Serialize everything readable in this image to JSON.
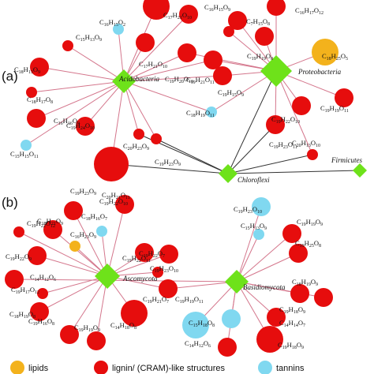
{
  "colors": {
    "lipids": "#f3b21c",
    "lignin": "#e60d0d",
    "tannins": "#80d8f0",
    "taxon": "#6ee21a",
    "edge_pink": "#d4768c",
    "edge_dark": "#333333"
  },
  "panels": [
    {
      "label": "(a)",
      "taxa": [
        {
          "id": "acido",
          "name": "Acidobacteria"
        },
        {
          "id": "proteo",
          "name": "Proteobacteria"
        },
        {
          "id": "chloro",
          "name": "Chloroflexi"
        },
        {
          "id": "firmi",
          "name": "Firmicutes"
        }
      ],
      "compounds": [
        {
          "formula": "C19H18O9",
          "class": "lignin",
          "size": "l",
          "links": [
            "acido"
          ]
        },
        {
          "formula": "C16H15O9",
          "class": "lignin",
          "size": "m",
          "links": [
            "acido"
          ]
        },
        {
          "formula": "C17H21O10",
          "class": "lignin",
          "size": "m",
          "links": [
            "proteo"
          ]
        },
        {
          "formula": "C16H17O12",
          "class": "lignin",
          "size": "m",
          "links": [
            "proteo"
          ]
        },
        {
          "formula": "C16H15O2",
          "class": "tannins",
          "size": "s",
          "links": [
            "acido"
          ]
        },
        {
          "formula": "C15H13O9",
          "class": "lignin",
          "size": "s",
          "links": [
            "acido"
          ]
        },
        {
          "formula": "C18H13O9",
          "class": "lignin",
          "size": "m",
          "links": [
            "acido"
          ]
        },
        {
          "formula": "C7H15O8",
          "class": "lignin",
          "size": "s",
          "links": [
            "proteo"
          ]
        },
        {
          "formula": "C19H19O8",
          "class": "lignin",
          "size": "m",
          "links": [
            "proteo"
          ]
        },
        {
          "formula": "C18H25O5",
          "class": "lipids",
          "size": "l",
          "links": [
            "proteo"
          ]
        },
        {
          "formula": "C17H21O10",
          "class": "lignin",
          "size": "m",
          "links": [
            "acido"
          ]
        },
        {
          "formula": "C19H20O10",
          "class": "lignin",
          "size": "m",
          "links": [
            "acido",
            "proteo"
          ]
        },
        {
          "formula": "C19H21O11",
          "class": "lignin",
          "size": "m",
          "links": [
            "acido",
            "proteo"
          ]
        },
        {
          "formula": "C19H15O9",
          "class": "lignin",
          "size": "m",
          "links": [
            "acido",
            "proteo"
          ]
        },
        {
          "formula": "C18H19O11",
          "class": "tannins",
          "size": "s",
          "links": [
            "acido",
            "proteo"
          ]
        },
        {
          "formula": "C18H17O8",
          "class": "lignin",
          "size": "s",
          "links": [
            "acido"
          ]
        },
        {
          "formula": "C16H16O9",
          "class": "lignin",
          "size": "m",
          "links": [
            "acido"
          ]
        },
        {
          "formula": "C19H22O10",
          "class": "lignin",
          "size": "m",
          "links": [
            "proteo"
          ]
        },
        {
          "formula": "C19H19O11",
          "class": "lignin",
          "size": "m",
          "links": [
            "proteo"
          ]
        },
        {
          "formula": "C15H15O11",
          "class": "tannins",
          "size": "s",
          "links": [
            "acido"
          ]
        },
        {
          "formula": "C19H24O10",
          "class": "lignin",
          "size": "m",
          "links": [
            "acido"
          ]
        },
        {
          "formula": "C20H23O9",
          "class": "lignin",
          "size": "s",
          "links": [
            "acido",
            "chloro"
          ]
        },
        {
          "formula": "C19H23O9",
          "class": "lignin",
          "size": "s",
          "links": [
            "acido",
            "chloro"
          ]
        },
        {
          "formula": "C19H23O11",
          "class": "lignin",
          "size": "m",
          "links": [
            "proteo",
            "chloro"
          ]
        },
        {
          "formula": "C20H13O10",
          "class": "lignin",
          "size": "s",
          "links": [
            "proteo",
            "chloro"
          ]
        },
        {
          "formula": "C20H21O11",
          "class": "lignin",
          "size": "xl",
          "links": [
            "acido",
            "chloro"
          ]
        }
      ]
    },
    {
      "label": "(b)",
      "taxa": [
        {
          "id": "asco",
          "name": "Ascomycota"
        },
        {
          "id": "basidio",
          "name": "Basidiomycota"
        }
      ],
      "compounds": [
        {
          "formula": "C19H23O9",
          "class": "lignin",
          "size": "m",
          "links": [
            "asco"
          ]
        },
        {
          "formula": "C19H22O10",
          "class": "lignin",
          "size": "m",
          "links": [
            "asco"
          ]
        },
        {
          "formula": "C19H23O10",
          "class": "tannins",
          "size": "m",
          "links": [
            "basidio"
          ]
        },
        {
          "formula": "C18H21O9",
          "class": "lignin",
          "size": "m",
          "links": [
            "asco"
          ]
        },
        {
          "formula": "C19H22O12",
          "class": "lignin",
          "size": "s",
          "links": [
            "asco"
          ]
        },
        {
          "formula": "C16H23O9",
          "class": "lipids",
          "size": "s",
          "links": [
            "asco"
          ]
        },
        {
          "formula": "C18H16O7",
          "class": "tannins",
          "size": "s",
          "links": [
            "asco"
          ]
        },
        {
          "formula": "C15H13O9",
          "class": "tannins",
          "size": "s",
          "links": [
            "basidio"
          ]
        },
        {
          "formula": "C19H19O9",
          "class": "lignin",
          "size": "m",
          "links": [
            "basidio"
          ]
        },
        {
          "formula": "C19H22O9",
          "class": "lignin",
          "size": "m",
          "links": [
            "asco"
          ]
        },
        {
          "formula": "C19H22O11",
          "class": "lignin",
          "size": "m",
          "links": [
            "asco"
          ]
        },
        {
          "formula": "C19H22O7",
          "class": "lignin",
          "size": "m",
          "links": [
            "asco"
          ]
        },
        {
          "formula": "C19H23O10",
          "class": "lignin",
          "size": "s",
          "links": [
            "asco"
          ]
        },
        {
          "formula": "C19H25O8",
          "class": "lignin",
          "size": "m",
          "links": [
            "basidio"
          ]
        },
        {
          "formula": "C14H12O6",
          "class": "lignin",
          "size": "m",
          "links": [
            "basidio"
          ]
        },
        {
          "formula": "C19H17O12",
          "class": "lignin",
          "size": "s",
          "links": [
            "asco"
          ]
        },
        {
          "formula": "C19H21O7",
          "class": "lignin",
          "size": "m",
          "links": [
            "asco",
            "basidio"
          ]
        },
        {
          "formula": "C18H19O9",
          "class": "lignin",
          "size": "m",
          "links": [
            "basidio"
          ]
        },
        {
          "formula": "C18H19O8",
          "class": "lignin",
          "size": "m",
          "links": [
            "asco"
          ]
        },
        {
          "formula": "C14H18O8",
          "class": "lignin",
          "size": "l",
          "links": [
            "asco"
          ]
        },
        {
          "formula": "C19H19O11",
          "class": "tannins",
          "size": "l",
          "links": [
            "basidio"
          ]
        },
        {
          "formula": "C19H18O9",
          "class": "lignin",
          "size": "m",
          "links": [
            "basidio"
          ]
        },
        {
          "formula": "C15H18O8",
          "class": "tannins",
          "size": "m",
          "links": [
            "basidio"
          ]
        },
        {
          "formula": "C14H14O7",
          "class": "lignin",
          "size": "m",
          "links": [
            "basidio"
          ]
        },
        {
          "formula": "C19H16O8",
          "class": "lignin",
          "size": "m",
          "links": [
            "asco"
          ]
        },
        {
          "formula": "C19H19O9",
          "class": "lignin",
          "size": "m",
          "links": [
            "asco"
          ]
        },
        {
          "formula": "C14H12O6",
          "class": "lignin",
          "size": "m",
          "links": [
            "basidio"
          ]
        },
        {
          "formula": "C19H18O9",
          "class": "lignin",
          "size": "l",
          "links": [
            "basidio"
          ]
        }
      ]
    }
  ],
  "legend": [
    {
      "class": "lipids",
      "label": "lipids"
    },
    {
      "class": "lignin",
      "label": "lignin/ (CRAM)-like structures"
    },
    {
      "class": "tannins",
      "label": "tannins"
    }
  ]
}
